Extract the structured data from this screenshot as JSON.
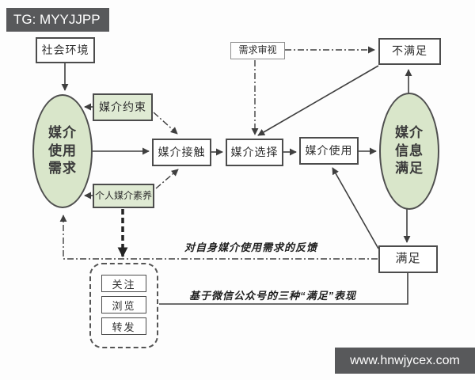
{
  "watermark": {
    "text": "TG: MYYJJPP"
  },
  "footer": {
    "text": "www.hnwjycex.com"
  },
  "diagram": {
    "nodes": {
      "social_env": {
        "label": "社会环境"
      },
      "media_use_need": {
        "label": "媒介使用需求"
      },
      "media_constraint": {
        "label": "媒介约束"
      },
      "personal_media_literacy": {
        "label": "个人媒介素养"
      },
      "media_contact": {
        "label": "媒介接触"
      },
      "media_selection": {
        "label": "媒介选择"
      },
      "media_use": {
        "label": "媒介使用"
      },
      "need_review": {
        "label": "需求审视"
      },
      "unsatisfied": {
        "label": "不满足"
      },
      "satisfied": {
        "label": "满足"
      },
      "media_info_satisfaction": {
        "label": "媒介信息满足"
      },
      "follow": {
        "label": "关注"
      },
      "browse": {
        "label": "浏览"
      },
      "repost": {
        "label": "转发"
      }
    },
    "edge_labels": {
      "feedback": "对自身媒介使用需求的反馈",
      "wechat": "基于微信公众号的三种“满足”表现"
    },
    "edges": [
      {
        "from": "social_env",
        "to": "media_use_need",
        "style": "solid-arrow"
      },
      {
        "from": "media_constraint",
        "to": "media_use_need",
        "style": "solid-arrow"
      },
      {
        "from": "personal_media_literacy",
        "to": "media_use_need",
        "style": "solid-arrow"
      },
      {
        "from": "media_use_need",
        "to": "media_contact",
        "style": "solid-arrow"
      },
      {
        "from": "media_contact",
        "to": "media_selection",
        "style": "solid-arrow"
      },
      {
        "from": "media_selection",
        "to": "media_use",
        "style": "solid-arrow"
      },
      {
        "from": "media_use",
        "to": "media_info_satisfaction",
        "style": "solid-arrow"
      },
      {
        "from": "media_constraint",
        "to": "media_contact",
        "style": "dashdot-arrow"
      },
      {
        "from": "personal_media_literacy",
        "to": "media_contact",
        "style": "dashdot-arrow"
      },
      {
        "from": "need_review",
        "to": "unsatisfied",
        "style": "dashdot-arrow"
      },
      {
        "from": "need_review",
        "to": "media_selection",
        "style": "dashdot-arrow"
      },
      {
        "from": "unsatisfied",
        "to": "media_selection",
        "style": "solid-arrow"
      },
      {
        "from": "media_info_satisfaction",
        "to": "unsatisfied",
        "style": "solid-arrow"
      },
      {
        "from": "media_info_satisfaction",
        "to": "satisfied",
        "style": "solid-arrow"
      },
      {
        "from": "satisfied",
        "to": "media_use",
        "style": "solid-arrow"
      },
      {
        "from": "satisfied",
        "to": "media_use_need",
        "style": "dashdot-arrow",
        "label": "对自身媒介使用需求的反馈"
      },
      {
        "from": "personal_media_literacy",
        "to": "satisfaction_behaviors_group",
        "style": "thick-dashed-arrow"
      },
      {
        "from": "satisfied",
        "to": "satisfaction_behaviors_group",
        "style": "solid-line",
        "label": "基于微信公众号的三种“满足”表现"
      }
    ],
    "colors": {
      "node_green_fill": "#dfead3",
      "ellipse_green_fill": "#d9e6ca",
      "banner_bg": "#58595b",
      "line": "#3f3f3f"
    }
  }
}
